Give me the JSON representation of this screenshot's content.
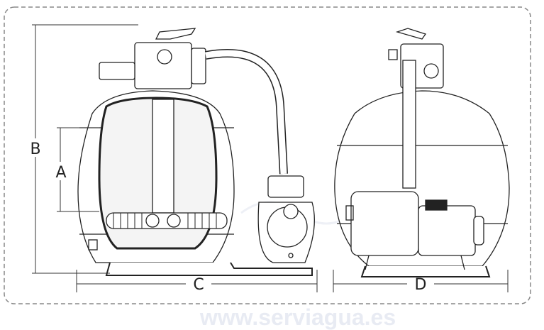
{
  "diagram": {
    "dimension_labels": {
      "a": "A",
      "b": "B",
      "c": "C",
      "d": "D"
    },
    "watermark": "www.serviagua.es",
    "colors": {
      "line": "#222222",
      "border": "#888888",
      "watermark": "#e8ebf3",
      "sand_fill": "#f2f2f2"
    }
  }
}
